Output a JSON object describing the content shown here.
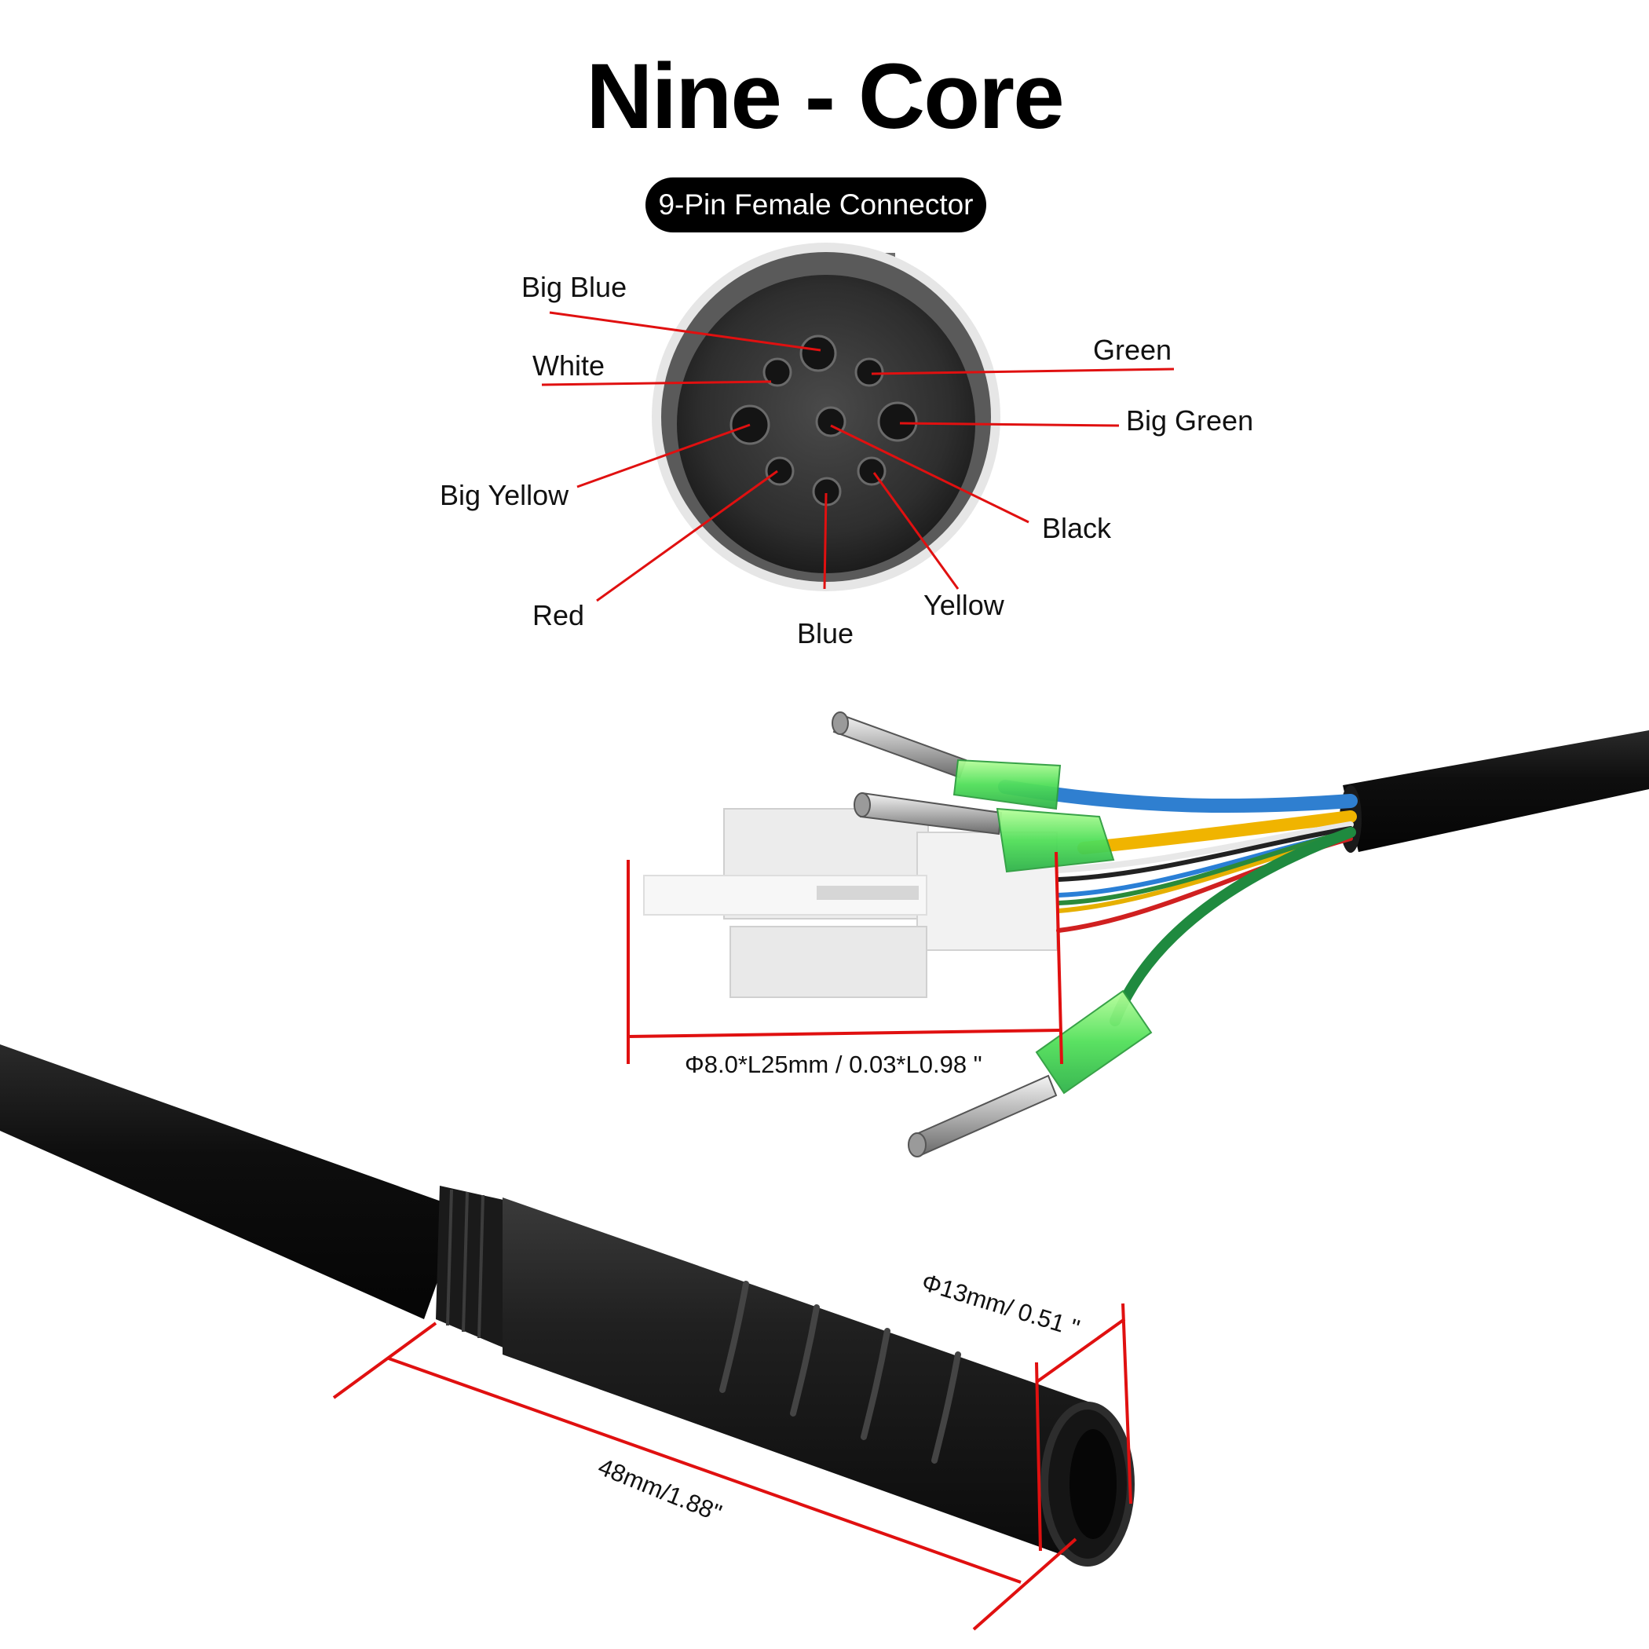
{
  "title": "Nine - Core",
  "connector_badge": "9-Pin Female Connector",
  "pins": {
    "big_blue": "Big Blue",
    "white": "White",
    "green": "Green",
    "big_green": "Big Green",
    "big_yellow": "Big Yellow",
    "black": "Black",
    "red": "Red",
    "blue": "Blue",
    "yellow": "Yellow"
  },
  "dimensions": {
    "terminal_size": "Φ8.0*L25mm / 0.03*L0.98 \"",
    "connector_diameter": "Φ13mm/ 0.51 \"",
    "connector_length": "48mm/1.88\""
  },
  "colors": {
    "leader_line": "#e01010",
    "background": "#ffffff",
    "badge": "#000000"
  }
}
